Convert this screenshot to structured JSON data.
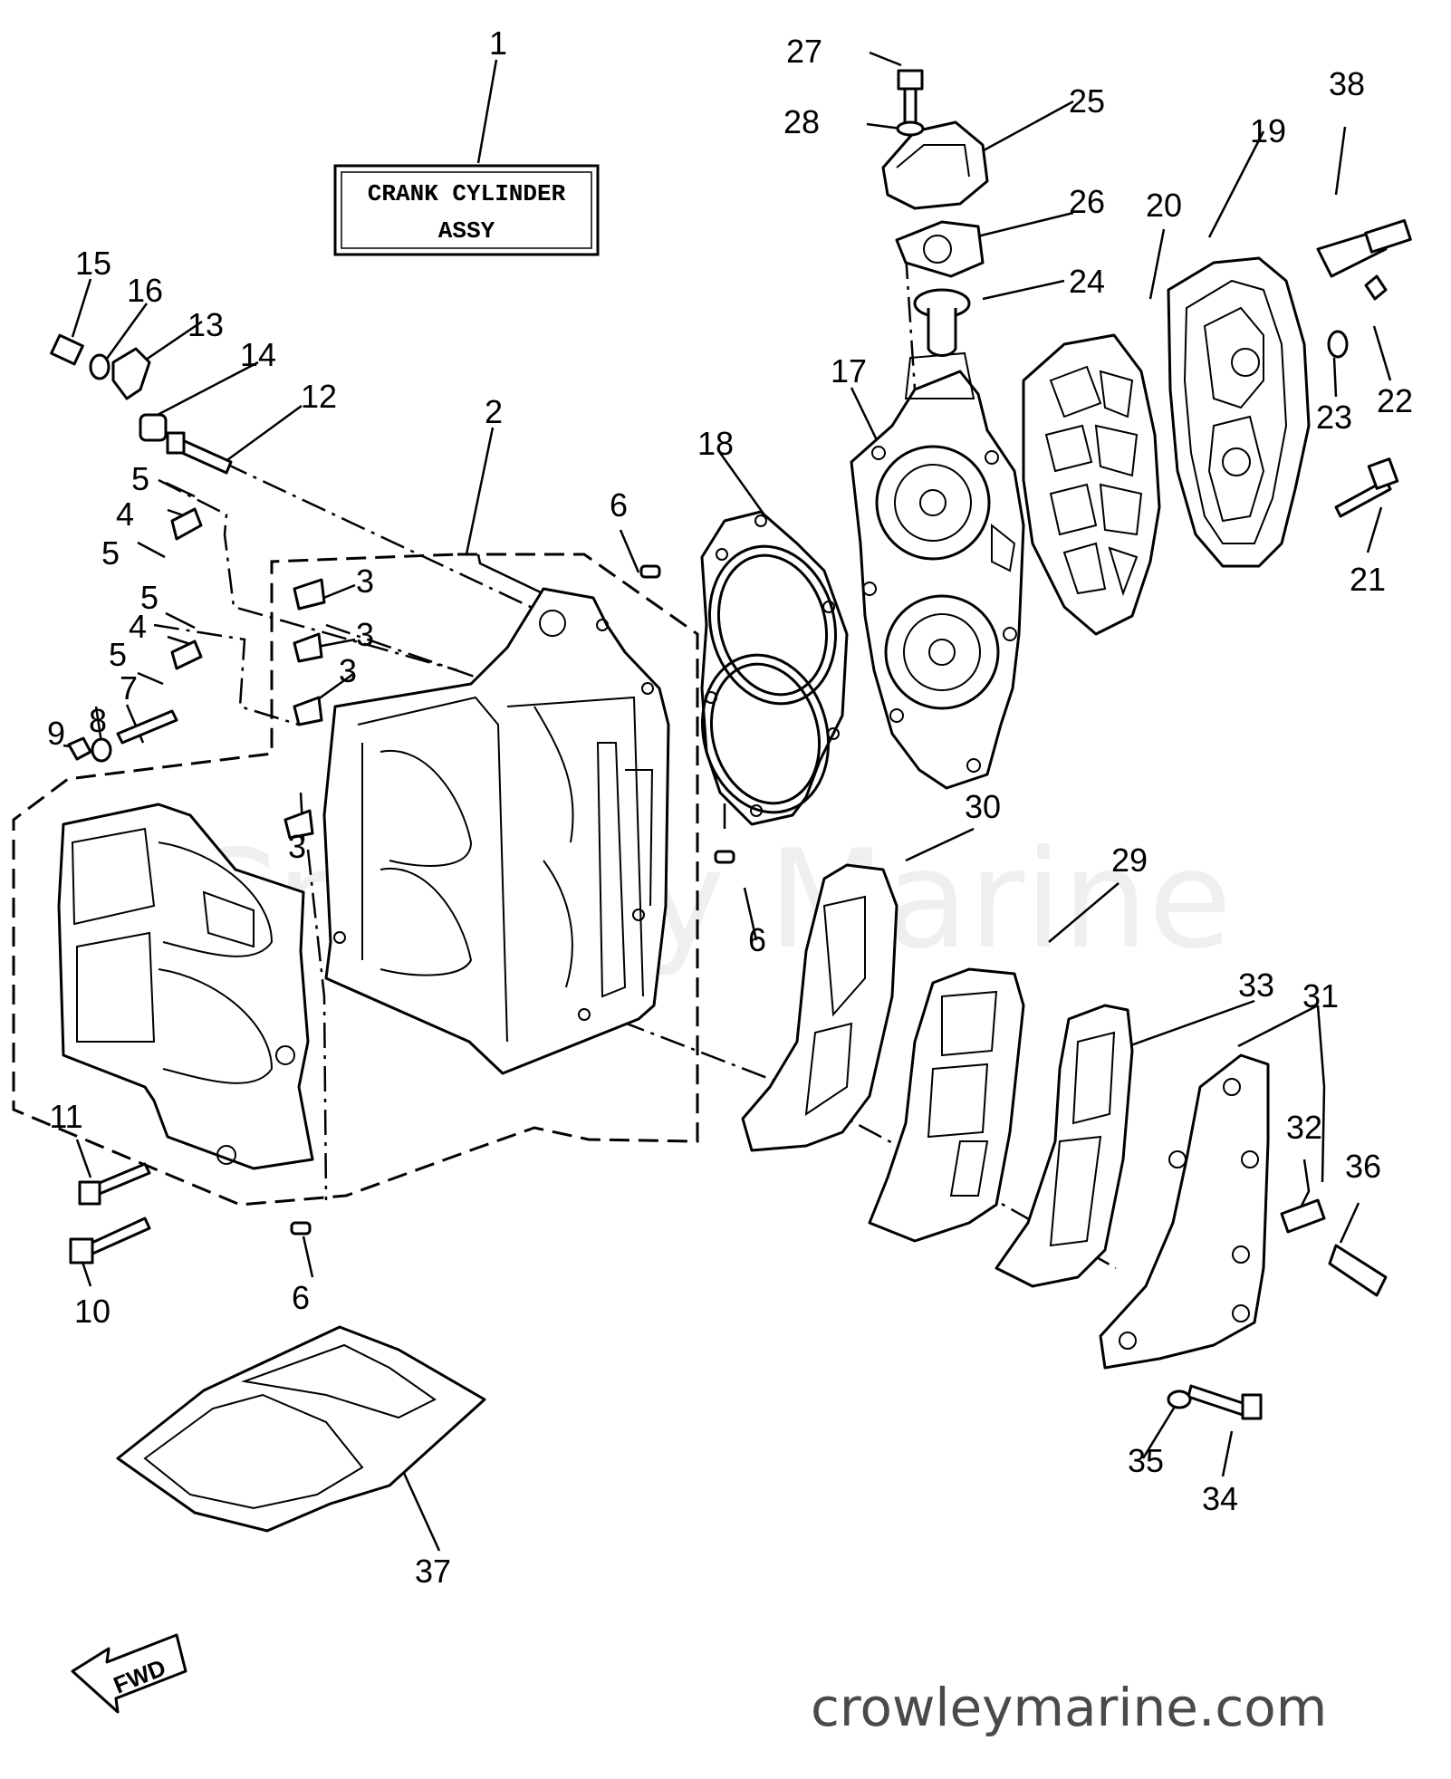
{
  "title_box": {
    "line1": "CRANK CYLINDER",
    "line2": "ASSY"
  },
  "watermark": "Crowley Marine",
  "website": "crowleymarine.com",
  "direction_arrow": "FWD",
  "callouts": [
    {
      "id": "c1",
      "text": "1"
    },
    {
      "id": "c2",
      "text": "2"
    },
    {
      "id": "c3a",
      "text": "3"
    },
    {
      "id": "c3b",
      "text": "3"
    },
    {
      "id": "c3c",
      "text": "3"
    },
    {
      "id": "c3d",
      "text": "3"
    },
    {
      "id": "c4a",
      "text": "4"
    },
    {
      "id": "c4b",
      "text": "4"
    },
    {
      "id": "c5a",
      "text": "5"
    },
    {
      "id": "c5b",
      "text": "5"
    },
    {
      "id": "c5c",
      "text": "5"
    },
    {
      "id": "c5d",
      "text": "5"
    },
    {
      "id": "c6a",
      "text": "6"
    },
    {
      "id": "c6b",
      "text": "6"
    },
    {
      "id": "c6c",
      "text": "6"
    },
    {
      "id": "c7",
      "text": "7"
    },
    {
      "id": "c8",
      "text": "8"
    },
    {
      "id": "c9",
      "text": "9"
    },
    {
      "id": "c10",
      "text": "10"
    },
    {
      "id": "c11",
      "text": "11"
    },
    {
      "id": "c12",
      "text": "12"
    },
    {
      "id": "c13",
      "text": "13"
    },
    {
      "id": "c14",
      "text": "14"
    },
    {
      "id": "c15",
      "text": "15"
    },
    {
      "id": "c16",
      "text": "16"
    },
    {
      "id": "c17",
      "text": "17"
    },
    {
      "id": "c18",
      "text": "18"
    },
    {
      "id": "c19",
      "text": "19"
    },
    {
      "id": "c20",
      "text": "20"
    },
    {
      "id": "c21",
      "text": "21"
    },
    {
      "id": "c22",
      "text": "22"
    },
    {
      "id": "c23",
      "text": "23"
    },
    {
      "id": "c24",
      "text": "24"
    },
    {
      "id": "c25",
      "text": "25"
    },
    {
      "id": "c26",
      "text": "26"
    },
    {
      "id": "c27",
      "text": "27"
    },
    {
      "id": "c28",
      "text": "28"
    },
    {
      "id": "c29",
      "text": "29"
    },
    {
      "id": "c30",
      "text": "30"
    },
    {
      "id": "c31",
      "text": "31"
    },
    {
      "id": "c32",
      "text": "32"
    },
    {
      "id": "c33",
      "text": "33"
    },
    {
      "id": "c34",
      "text": "34"
    },
    {
      "id": "c35",
      "text": "35"
    },
    {
      "id": "c36",
      "text": "36"
    },
    {
      "id": "c37",
      "text": "37"
    },
    {
      "id": "c38",
      "text": "38"
    }
  ]
}
